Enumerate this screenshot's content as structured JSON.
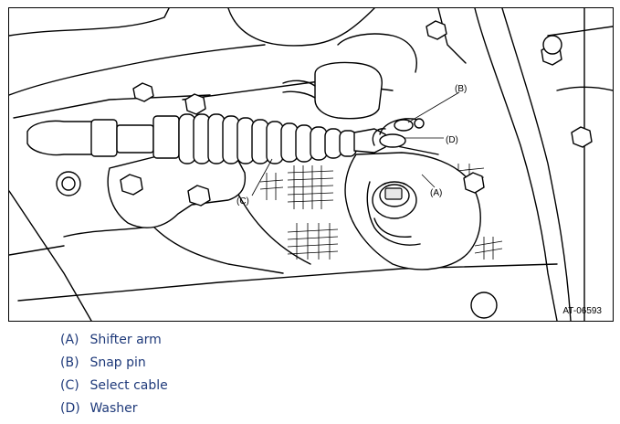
{
  "figure": {
    "id": "AT-06593",
    "callouts": {
      "a": "(A)",
      "b": "(B)",
      "c": "(C)",
      "d": "(D)"
    }
  },
  "legend": [
    {
      "key": "(A)",
      "label": "Shifter arm"
    },
    {
      "key": "(B)",
      "label": "Snap pin"
    },
    {
      "key": "(C)",
      "label": "Select cable"
    },
    {
      "key": "(D)",
      "label": "Washer"
    }
  ],
  "colors": {
    "legend_text": "#1f3a7a",
    "line": "#000000"
  }
}
